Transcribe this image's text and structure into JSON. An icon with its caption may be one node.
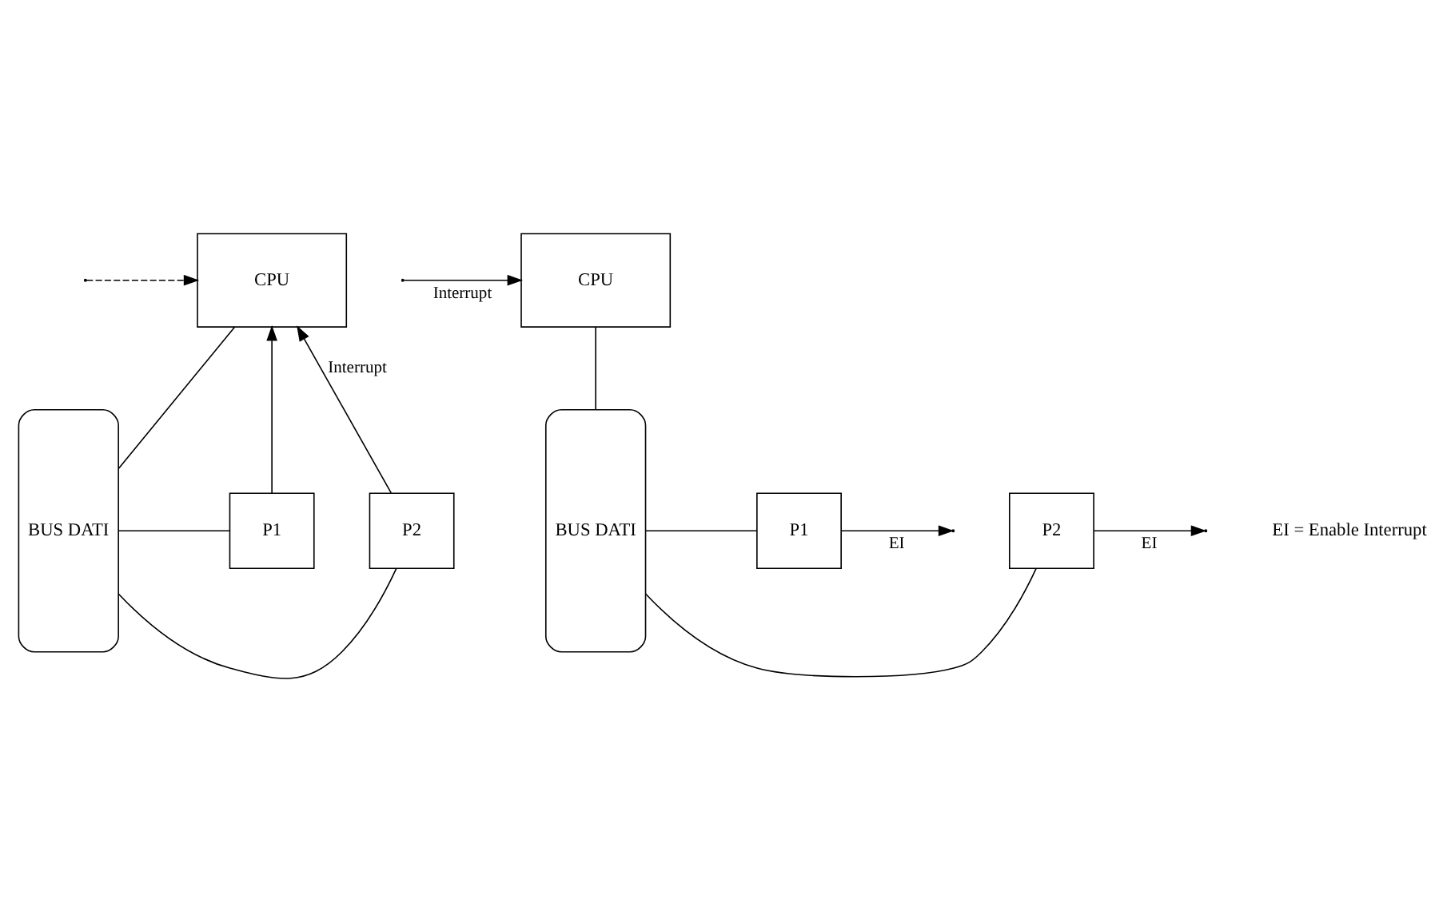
{
  "diagram": {
    "nodes": [
      {
        "text": [
          "CPU"
        ]
      },
      {
        "text": [
          "BUS DATI"
        ]
      },
      {
        "text": [
          "P1"
        ]
      },
      {
        "text": [
          "P2"
        ]
      },
      {
        "text": [
          "CPU"
        ]
      },
      {
        "text": [
          "BUS DATI"
        ]
      },
      {
        "text": [
          "P1"
        ]
      },
      {
        "text": [
          "P2"
        ]
      }
    ],
    "edges": [
      {
        "from": null,
        "to": 0,
        "arrow": "to",
        "style": "dashed"
      },
      {
        "from": 3,
        "to": 0,
        "arrow": "to",
        "label": "Interrupt"
      },
      {
        "from": 2,
        "to": 0,
        "arrow": "to"
      },
      {
        "from": 1,
        "to": 0,
        "arrow": "none"
      },
      {
        "from": 1,
        "to": 2,
        "arrow": "none"
      },
      {
        "from": 1,
        "to": 3,
        "arrow": "none"
      },
      {
        "from": null,
        "to": 4,
        "arrow": "to",
        "label": "Interrupt"
      },
      {
        "from": 5,
        "to": 4,
        "arrow": "none"
      },
      {
        "from": 5,
        "to": 6,
        "arrow": "none"
      },
      {
        "from": 5,
        "to": 7,
        "arrow": "none"
      },
      {
        "from": 6,
        "to": null,
        "arrow": "to",
        "label": "EI"
      },
      {
        "from": 7,
        "to": null,
        "arrow": "to",
        "label": "EI"
      }
    ],
    "labels": [
      "EI = Enable Interrupt"
    ]
  }
}
